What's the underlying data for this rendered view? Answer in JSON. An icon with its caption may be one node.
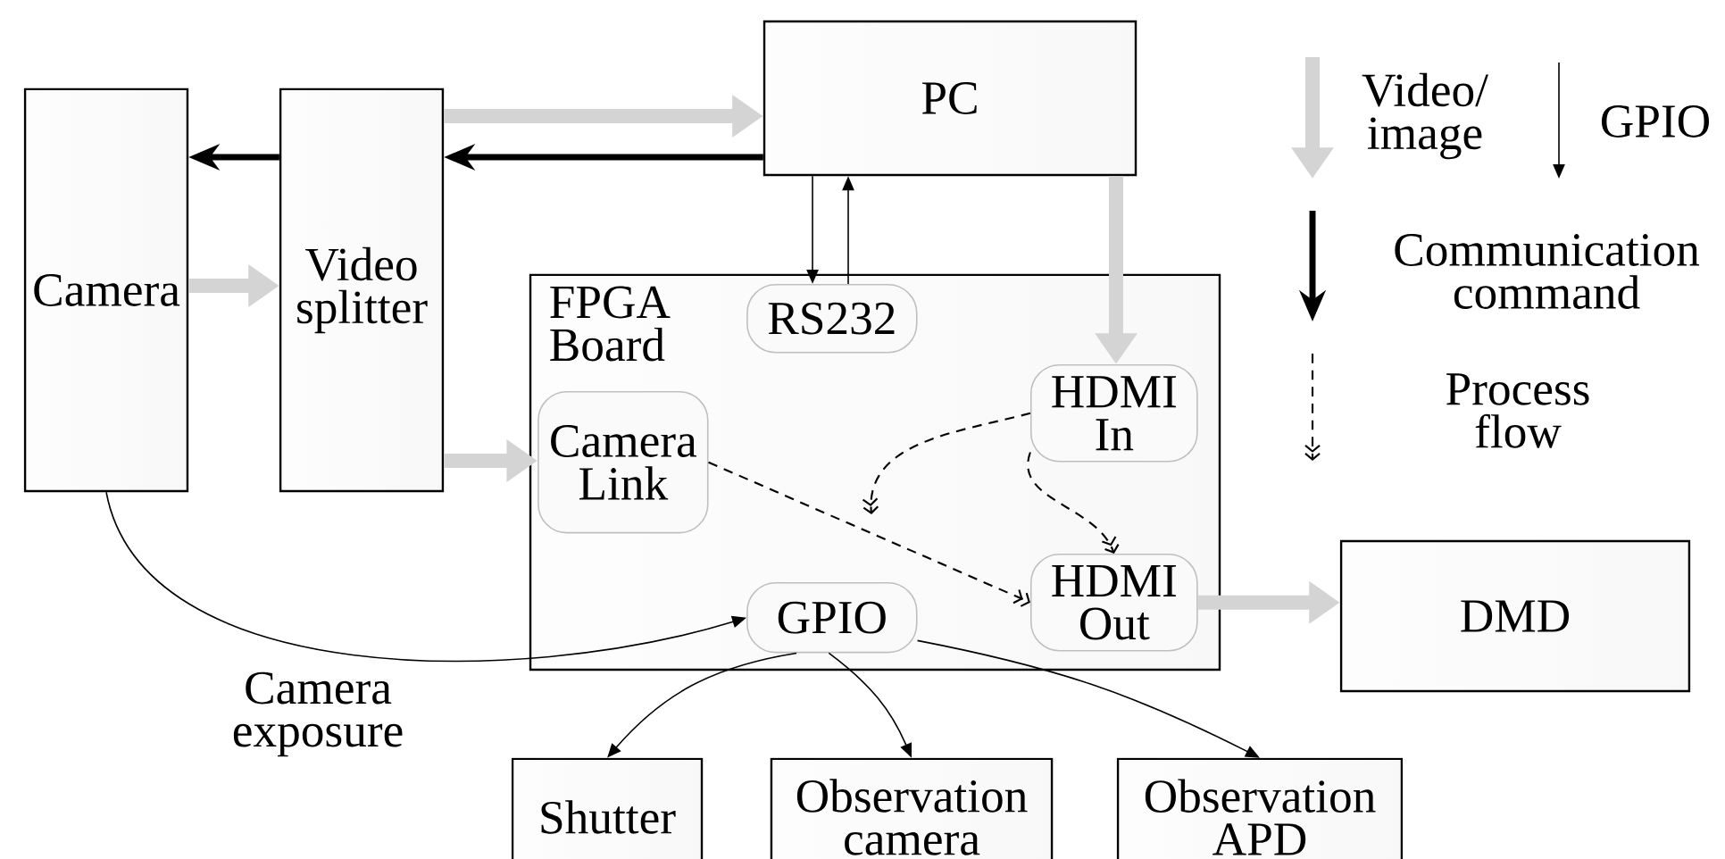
{
  "diagram": {
    "nodes": [
      {
        "text": [
          "Camera"
        ]
      },
      {
        "text": [
          "Video splitter"
        ]
      },
      {
        "text": [
          "PC"
        ]
      },
      {
        "text": [
          "FPGA Board"
        ]
      },
      {
        "text": [
          "RS232"
        ],
        "in": 3
      },
      {
        "text": [
          "Camera Link"
        ],
        "in": 3
      },
      {
        "text": [
          "HDMI In"
        ],
        "in": 3
      },
      {
        "text": [
          "HDMI Out"
        ],
        "in": 3
      },
      {
        "text": [
          "GPIO"
        ],
        "in": 3
      },
      {
        "text": [
          "DMD"
        ]
      },
      {
        "text": [
          "Shutter"
        ]
      },
      {
        "text": [
          "Observation camera"
        ]
      },
      {
        "text": [
          "Observation APD"
        ]
      }
    ],
    "edges": [
      {
        "from": 1,
        "to": 2,
        "arrow": "to",
        "color": "#d4d4d4",
        "style": "thick"
      },
      {
        "from": 2,
        "to": 1,
        "arrow": "to",
        "style": "thick"
      },
      {
        "from": 1,
        "to": 0,
        "arrow": "to",
        "style": "thick"
      },
      {
        "from": 0,
        "to": 1,
        "arrow": "to",
        "color": "#d4d4d4",
        "style": "thick"
      },
      {
        "from": 1,
        "to": 5,
        "arrow": "to",
        "color": "#d4d4d4",
        "style": "thick"
      },
      {
        "from": 2,
        "to": 6,
        "arrow": "to",
        "color": "#d4d4d4",
        "style": "thick"
      },
      {
        "from": 2,
        "to": 4,
        "arrow": "to"
      },
      {
        "from": 4,
        "to": 2,
        "arrow": "to"
      },
      {
        "from": 0,
        "to": 8,
        "arrow": "to",
        "label": "Camera exposure"
      },
      {
        "from": 8,
        "to": 10,
        "arrow": "to"
      },
      {
        "from": 8,
        "to": 11,
        "arrow": "to"
      },
      {
        "from": 8,
        "to": 12,
        "arrow": "to"
      },
      {
        "from": 5,
        "to": 7,
        "arrow": "to",
        "style": "dashed"
      },
      {
        "from": 6,
        "to": null,
        "arrow": "to",
        "style": "dashed"
      },
      {
        "from": 6,
        "to": 7,
        "arrow": "to",
        "style": "dashed"
      },
      {
        "from": 7,
        "to": 9,
        "arrow": "to",
        "color": "#d4d4d4",
        "style": "thick"
      }
    ],
    "legend": [
      {
        "text": "Video/ image"
      },
      {
        "text": "GPIO"
      },
      {
        "text": "Communication command"
      },
      {
        "text": "Process flow"
      }
    ]
  }
}
